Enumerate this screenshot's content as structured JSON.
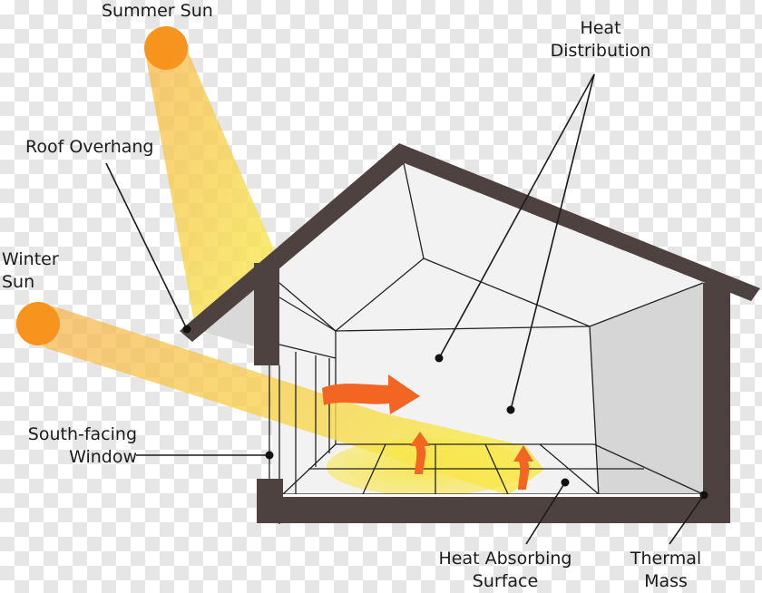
{
  "labels": {
    "summer_sun": "Summer Sun",
    "heat_distribution": [
      "Heat",
      "Distribution"
    ],
    "roof_overhang": "Roof Overhang",
    "winter_sun": [
      "Winter",
      "Sun"
    ],
    "south_facing_window": [
      "South-facing",
      "Window"
    ],
    "heat_absorbing_surface": [
      "Heat Absorbing",
      "Surface"
    ],
    "thermal_mass": [
      "Thermal",
      "Mass"
    ]
  },
  "colors": {
    "sun": "#f7941d",
    "sunbeam": "#f6e04a",
    "summer_beam": "#f7c64a",
    "heat_arrow": "#f26522",
    "house_wall": "#4e4240",
    "interior": "#f2f2f2",
    "side_wall": "#d6d6d6",
    "leader_line": "#1b1b1b"
  }
}
